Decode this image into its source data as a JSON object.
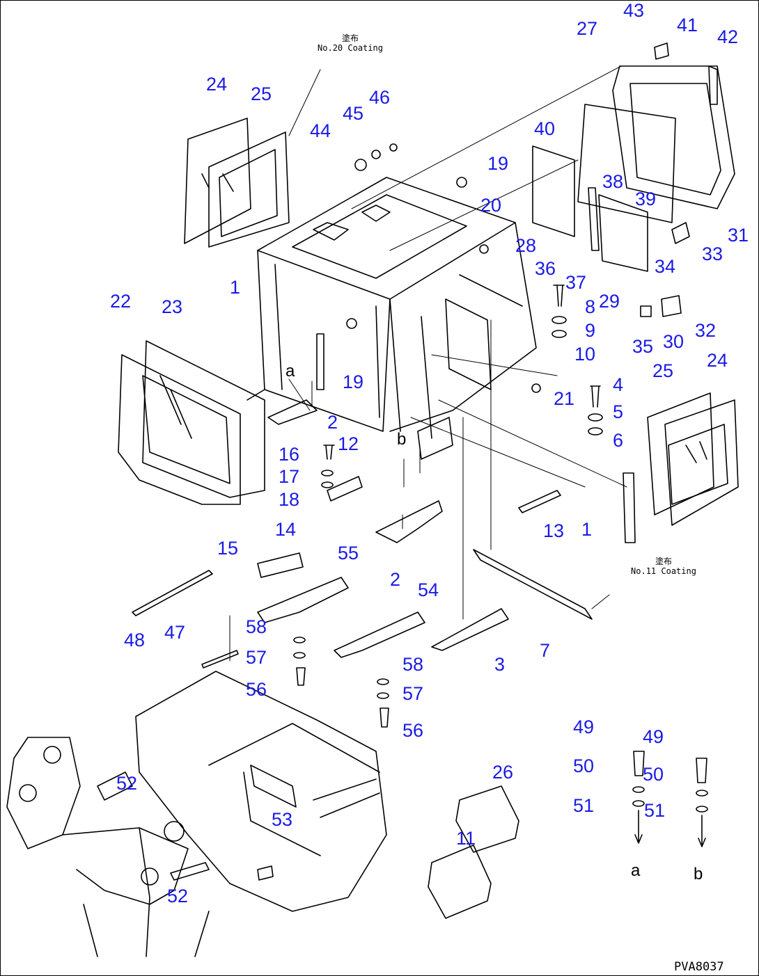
{
  "notes": [
    {
      "id": "coat-upper",
      "kanji": "塗布",
      "text": "No.20 Coating"
    },
    {
      "id": "coat-lower",
      "kanji": "塗布",
      "text": "No.11 Coating"
    }
  ],
  "section_markers": [
    "a",
    "b"
  ],
  "figure_code": "PVA8037",
  "callouts": [
    "1",
    "1",
    "2",
    "2",
    "3",
    "4",
    "5",
    "6",
    "7",
    "8",
    "9",
    "10",
    "11",
    "12",
    "13",
    "14",
    "15",
    "16",
    "17",
    "18",
    "19",
    "19",
    "20",
    "21",
    "22",
    "23",
    "24",
    "24",
    "25",
    "25",
    "26",
    "27",
    "28",
    "29",
    "30",
    "31",
    "32",
    "33",
    "34",
    "35",
    "36",
    "37",
    "38",
    "39",
    "40",
    "41",
    "42",
    "43",
    "44",
    "45",
    "46",
    "47",
    "48",
    "49",
    "49",
    "50",
    "50",
    "51",
    "51",
    "52",
    "52",
    "53",
    "54",
    "55",
    "56",
    "56",
    "57",
    "57",
    "58",
    "58"
  ],
  "colors": {
    "callout": "#1a1ae6",
    "linework": "#000000"
  }
}
